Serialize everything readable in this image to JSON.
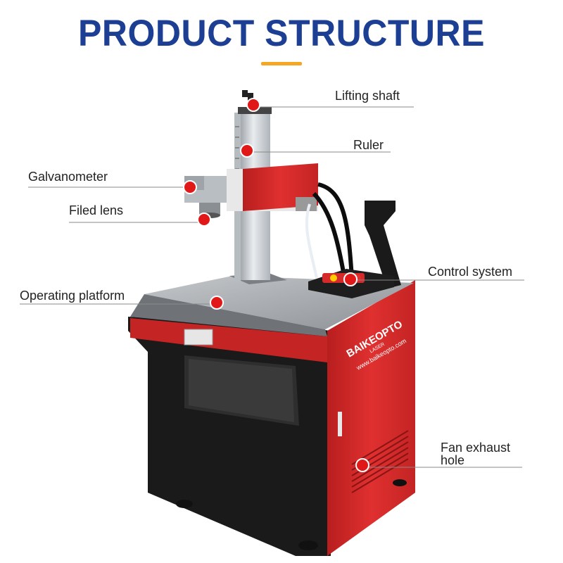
{
  "header": {
    "title": "PRODUCT STRUCTURE",
    "title_color": "#1c3f94",
    "accent_color": "#f5a623"
  },
  "labels": {
    "lifting_shaft": "Lifting shaft",
    "ruler": "Ruler",
    "galvanometer": "Galvanometer",
    "filed_lens": "Filed lens",
    "control_system": "Control system",
    "operating_platform": "Operating platform",
    "fan_exhaust_hole_line1": "Fan exhaust",
    "fan_exhaust_hole_line2": "hole"
  },
  "machine": {
    "brand": "BAIKEOPTO",
    "brand_sub": "LASER",
    "website": "www.baikeopto.com",
    "body_color": "#d42a2a",
    "frame_color": "#1a1a1a",
    "marker_color": "#e01818"
  }
}
